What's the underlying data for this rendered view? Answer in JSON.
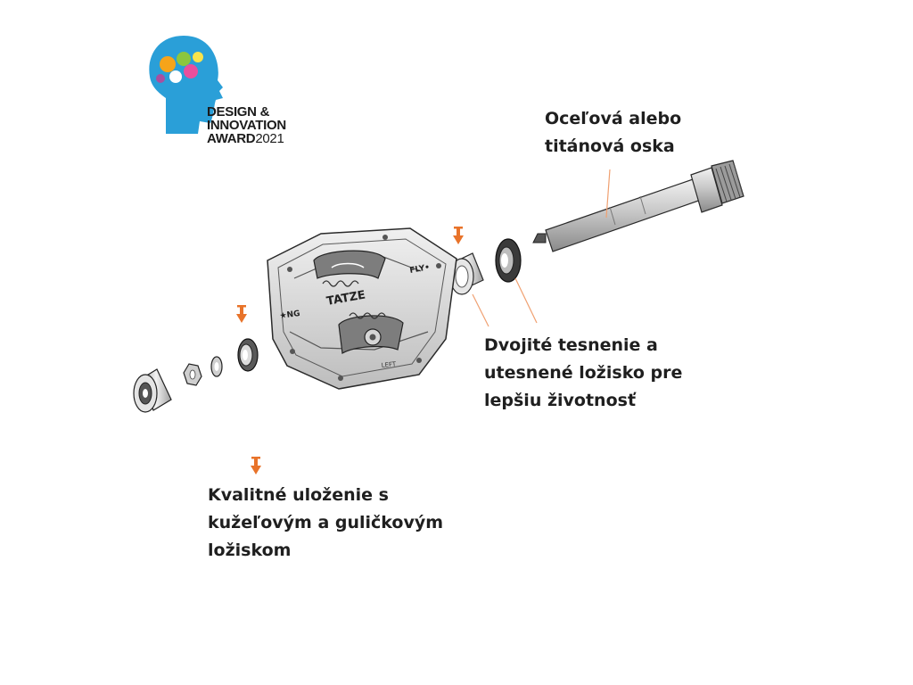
{
  "award": {
    "line1": "DESIGN &",
    "line2": "INNOVATION",
    "line3_word": "AWARD",
    "line3_year": "2021",
    "brand_color": "#2a9fd8"
  },
  "pedal_markings": {
    "brand": "TATZE",
    "model_left": "★NG",
    "model_right": "FLY•",
    "side": "LEFT"
  },
  "labels": {
    "axle": [
      "Oceľová alebo",
      "titánová oska"
    ],
    "seal": [
      "Dvojité tesnenie a",
      "utesnené ložisko pre",
      "lepšiu životnosť"
    ],
    "bearing": [
      "Kvalitné uloženie s",
      "kužeľovým a guličkovým",
      "ložiskom"
    ]
  },
  "colors": {
    "arrow": "#e8732a",
    "leader_line": "#f0a070",
    "outline": "#2a2a2a",
    "metal": "#d9d9d9"
  },
  "icons": [
    "award-head-icon",
    "down-arrow-icon"
  ]
}
